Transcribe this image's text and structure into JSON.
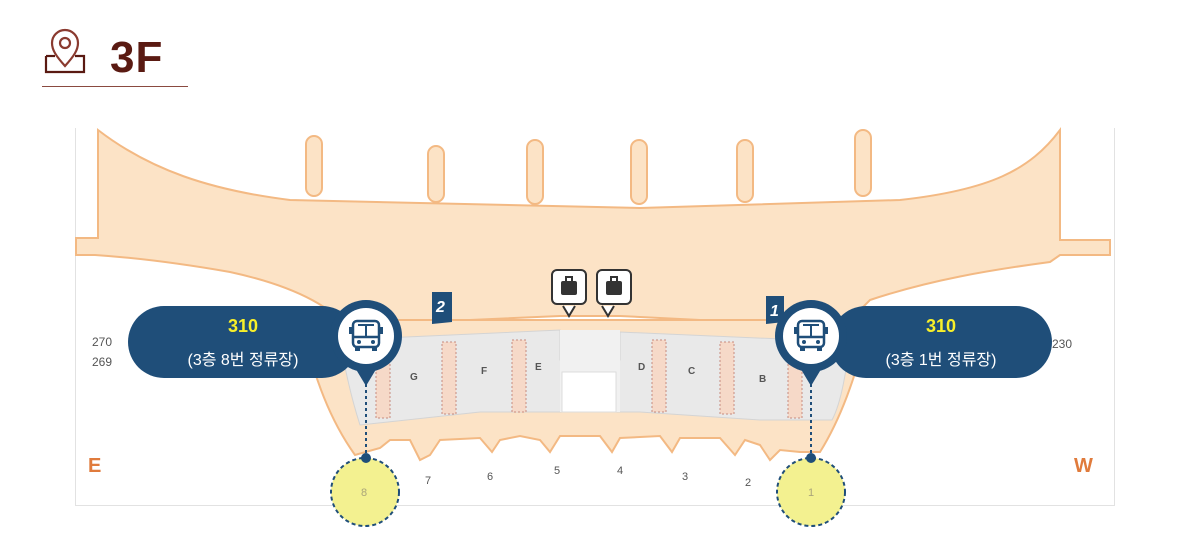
{
  "header": {
    "floor": "3F",
    "icon": "location-pin-icon"
  },
  "map": {
    "directions": {
      "east": "E",
      "west": "W"
    },
    "column_numbers": {
      "left_top": "270",
      "left_bottom": "269",
      "right_top": "230"
    },
    "gate_numbers": [
      "8",
      "7",
      "6",
      "5",
      "4",
      "3",
      "2",
      "1"
    ],
    "counter_letters": [
      "G",
      "F",
      "E",
      "D",
      "C",
      "B"
    ],
    "entrance_markers": [
      "2",
      "1"
    ],
    "icons": [
      "luggage-service-icon",
      "luggage-service-icon"
    ]
  },
  "bus_stops": [
    {
      "route": "310",
      "stop": "(3층 8번 정류장)",
      "gate": "8",
      "icon": "bus-icon"
    },
    {
      "route": "310",
      "stop": "(3층 1번 정류장)",
      "gate": "1",
      "icon": "bus-icon"
    }
  ],
  "colors": {
    "floor_fill": "#fce3c6",
    "floor_outline": "#f3b983",
    "hall": "#ececec",
    "callout": "#1f4e79",
    "route_text": "#f7ef2a",
    "direction_text": "#e07b3c",
    "stop_highlight": "#f3f190",
    "title": "#5a1a12"
  }
}
